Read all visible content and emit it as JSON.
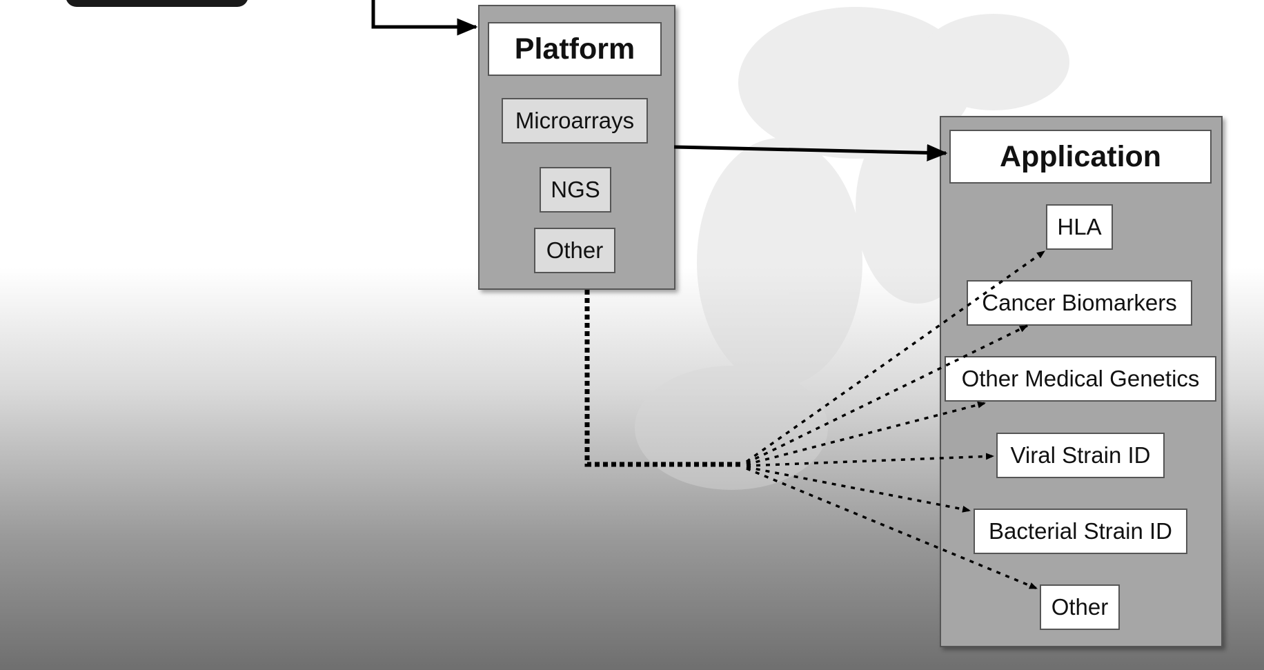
{
  "platform": {
    "title": "Platform",
    "items": [
      "Microarrays",
      "NGS",
      "Other"
    ]
  },
  "application": {
    "title": "Application",
    "items": [
      "HLA",
      "Cancer Biomarkers",
      "Other Medical Genetics",
      "Viral Strain ID",
      "Bacterial Strain ID",
      "Other"
    ]
  },
  "colors": {
    "panel_fill": "#a6a6a6",
    "panel_border": "#555555",
    "box_fill": "#ffffff",
    "platform_item_fill": "#dcdcdc",
    "arrow": "#000000"
  }
}
